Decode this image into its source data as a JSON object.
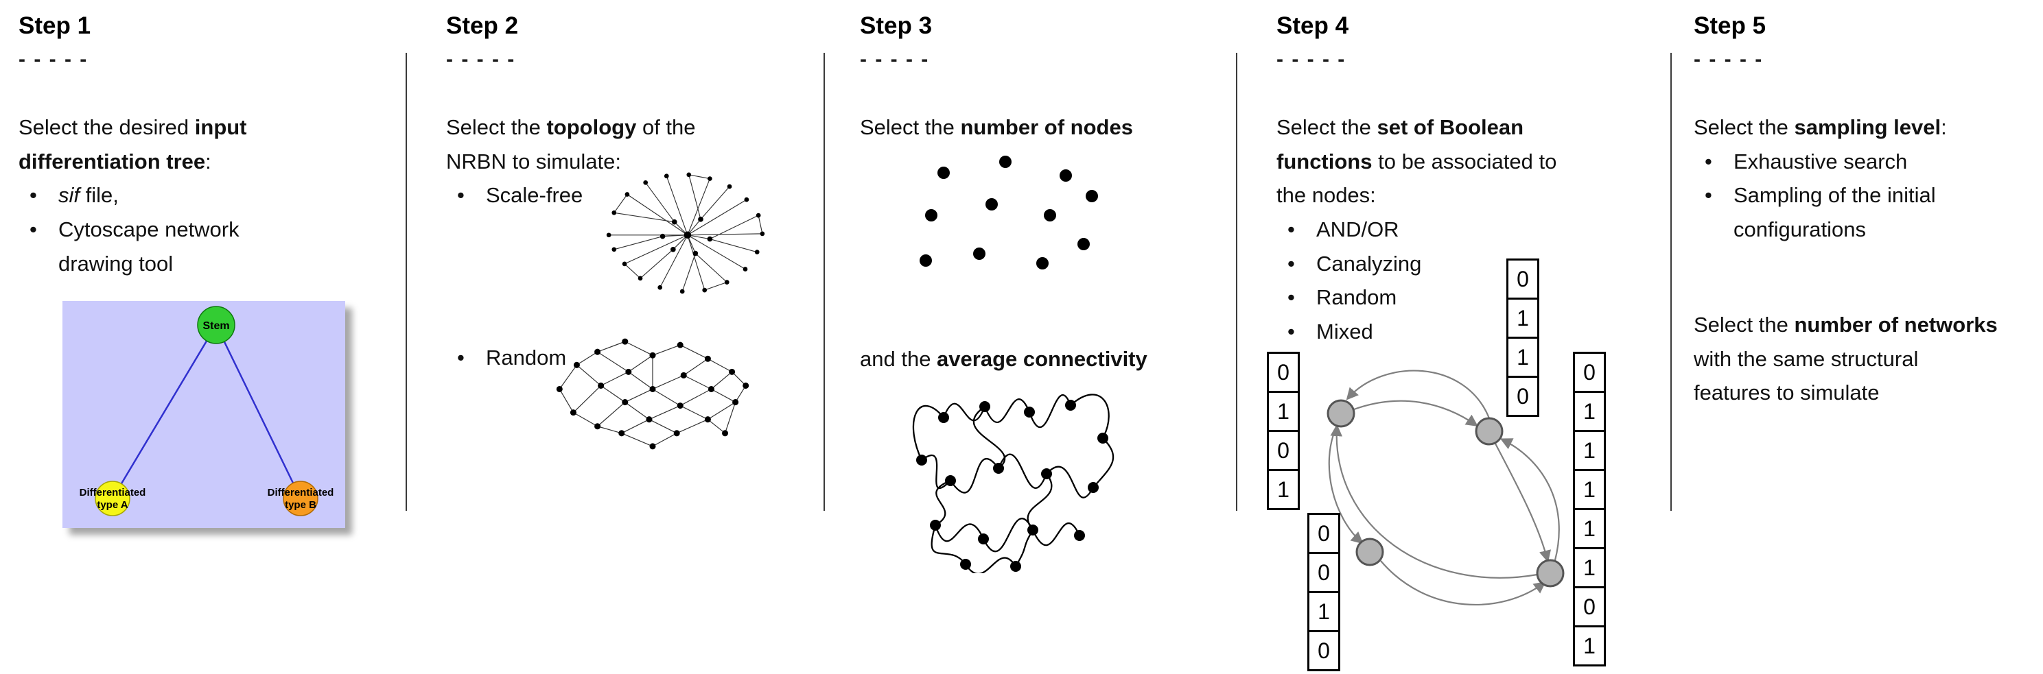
{
  "steps": [
    {
      "title": "Step 1",
      "dashes": "- - - - -",
      "intro": {
        "pre": "Select the desired ",
        "bold": "input differentiation tree",
        "post": ":"
      },
      "bullets": [
        {
          "italic": "sif",
          "rest": " file,"
        },
        {
          "text": "Cytoscape network drawing tool"
        }
      ],
      "tree": {
        "stem_label": "Stem",
        "type_a_line1": "Differentiated",
        "type_a_line2": "type A",
        "type_b_line1": "Differentiated",
        "type_b_line2": "type B",
        "colors": {
          "background": "#cacafc",
          "stem": "#33cc33",
          "type_a": "#f5f518",
          "type_b": "#f79b1f",
          "edge": "#3030cf"
        }
      }
    },
    {
      "title": "Step 2",
      "dashes": "- - - - -",
      "intro": {
        "pre": "Select the ",
        "bold": "topology",
        "post": " of the NRBN to simulate:"
      },
      "bullets": [
        {
          "text": "Scale-free"
        },
        {
          "text": "Random"
        }
      ]
    },
    {
      "title": "Step 3",
      "dashes": "- - - - -",
      "intro": {
        "pre": "Select the ",
        "bold": "number of nodes",
        "post": ""
      },
      "second": {
        "pre": "and the ",
        "bold": "average connectivity",
        "post": ""
      }
    },
    {
      "title": "Step 4",
      "dashes": "- - - - -",
      "intro": {
        "pre": "Select the ",
        "bold": "set of Boolean functions",
        "post": " to be associated to the nodes:"
      },
      "bullets": [
        {
          "text": "AND/OR"
        },
        {
          "text": "Canalyzing"
        },
        {
          "text": "Random"
        },
        {
          "text": "Mixed"
        }
      ],
      "vectors": {
        "left": [
          "0",
          "1",
          "0",
          "1"
        ],
        "top": [
          "0",
          "1",
          "1",
          "0"
        ],
        "bottom_left": [
          "0",
          "0",
          "1",
          "0"
        ],
        "right": [
          "0",
          "1",
          "1",
          "1",
          "1",
          "1",
          "0",
          "1"
        ]
      }
    },
    {
      "title": "Step 5",
      "dashes": "- - - - -",
      "intro": {
        "pre": "Select the ",
        "bold": "sampling level",
        "post": ":"
      },
      "bullets": [
        {
          "text": "Exhaustive search"
        },
        {
          "text": "Sampling of the initial configurations"
        }
      ],
      "second": {
        "pre": "Select the ",
        "bold": "number of networks",
        "post": " with the same structural features to simulate"
      }
    }
  ]
}
